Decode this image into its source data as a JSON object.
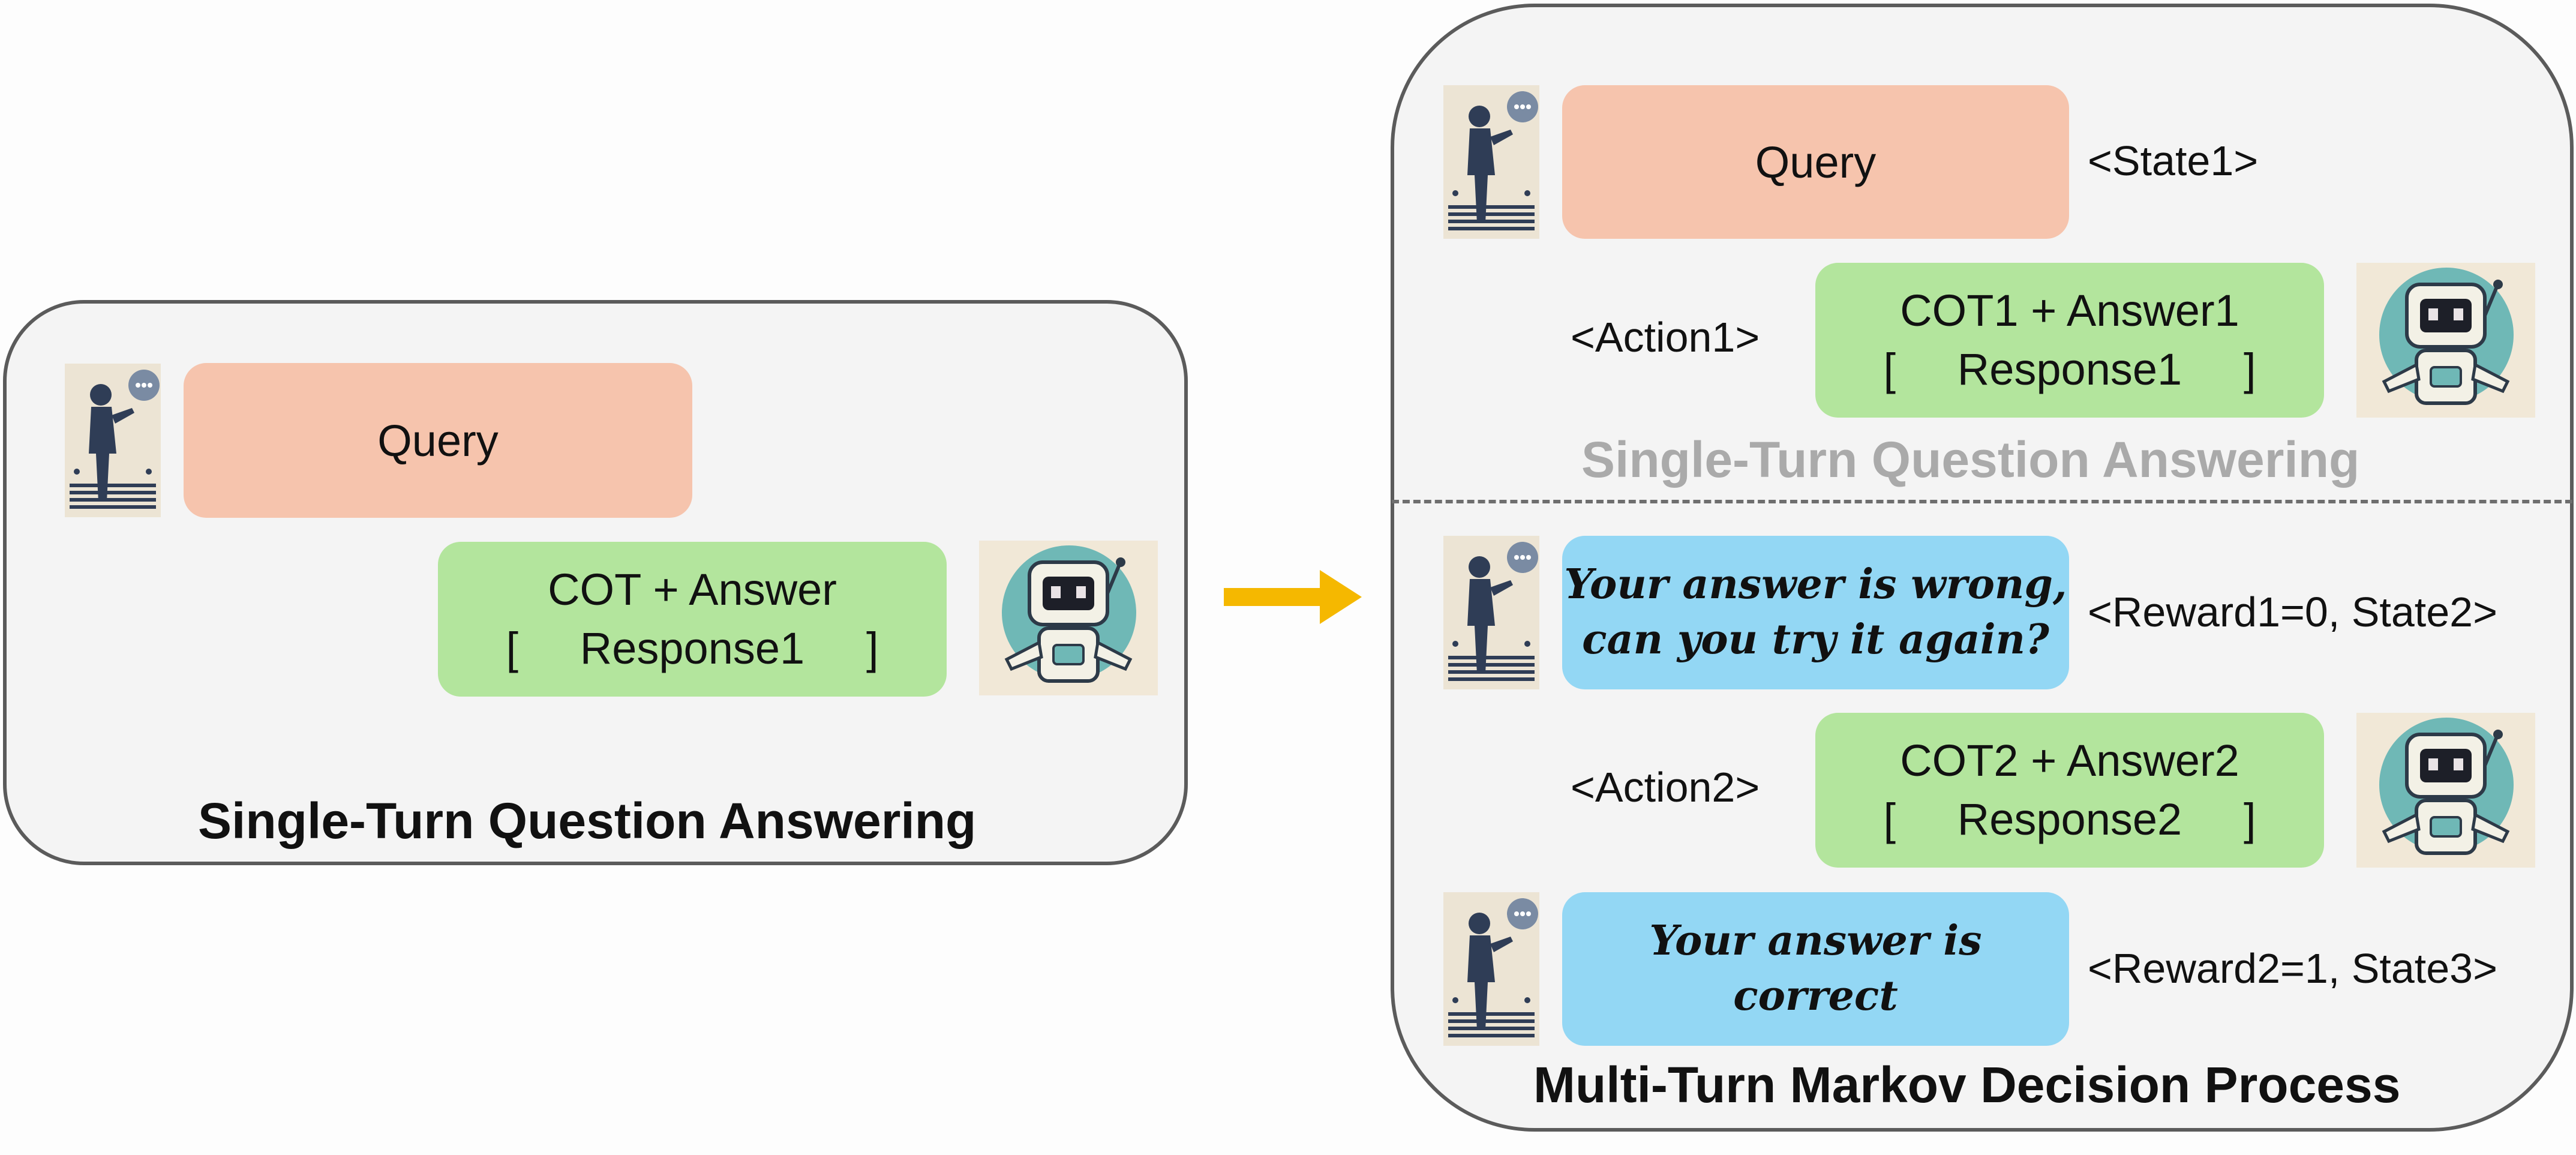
{
  "left": {
    "query": "Query",
    "response_line1": "COT + Answer",
    "response_line2": "[     Response1     ]",
    "title": "Single-Turn Question Answering"
  },
  "right": {
    "query": "Query",
    "state1": "<State1>",
    "action1": "<Action1>",
    "response1_line1": "COT1 + Answer1",
    "response1_line2": "[     Response1     ]",
    "ghost_title": "Single-Turn Question Answering",
    "feedback1_line1": "Your answer is wrong,",
    "feedback1_line2": "can you try it again?",
    "reward1": "<Reward1=0, State2>",
    "action2": "<Action2>",
    "response2_line1": "COT2 + Answer2",
    "response2_line2": "[     Response2     ]",
    "feedback2": "Your answer is correct",
    "reward2": "<Reward2=1, State3>",
    "title": "Multi-Turn Markov Decision Process"
  },
  "icons": {
    "user": "person-speaking-icon",
    "assistant": "robot-icon",
    "transition": "right-arrow-icon"
  },
  "colors": {
    "query_bubble": "#f6c4ad",
    "response_bubble": "#b3e59d",
    "feedback_bubble": "#93d7f4",
    "arrow": "#f5b800",
    "panel_background": "#f4f4f4",
    "panel_border": "#5b5b5b",
    "ghost_title": "#aaaaaa"
  }
}
